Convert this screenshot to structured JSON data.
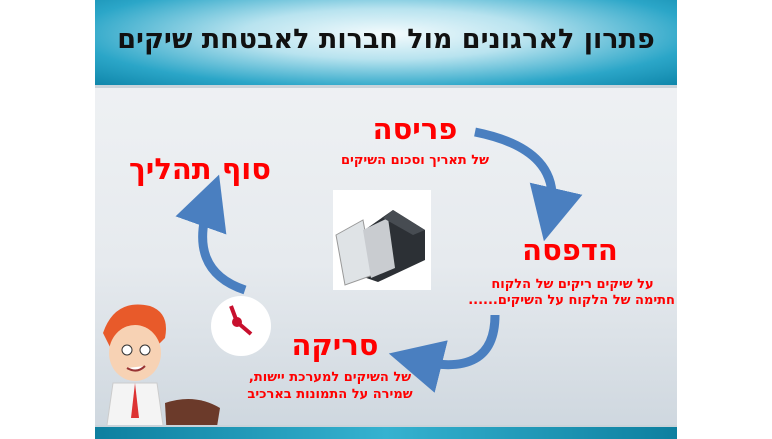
{
  "title": "פתרון לארגונים מול חברות לאבטחת שיקים",
  "steps": {
    "capture": {
      "heading": "פריסה",
      "line1": "של תאריך וסכום השיקים"
    },
    "print": {
      "heading": "הדפסה",
      "line1": "על שיקים ריקים של הלקוח",
      "line2": "חתימה של הלקוח על השיקים......"
    },
    "scan": {
      "heading": "סריקה",
      "line1": "של השיקים למערכת יישות,",
      "line2": "שמירה על התמונות בארכיב"
    },
    "end": {
      "heading": "סוף תהליך"
    }
  },
  "colors": {
    "accent": "#ff0000",
    "arrow": "#4a7fc0",
    "header": "#2ba6c8"
  }
}
